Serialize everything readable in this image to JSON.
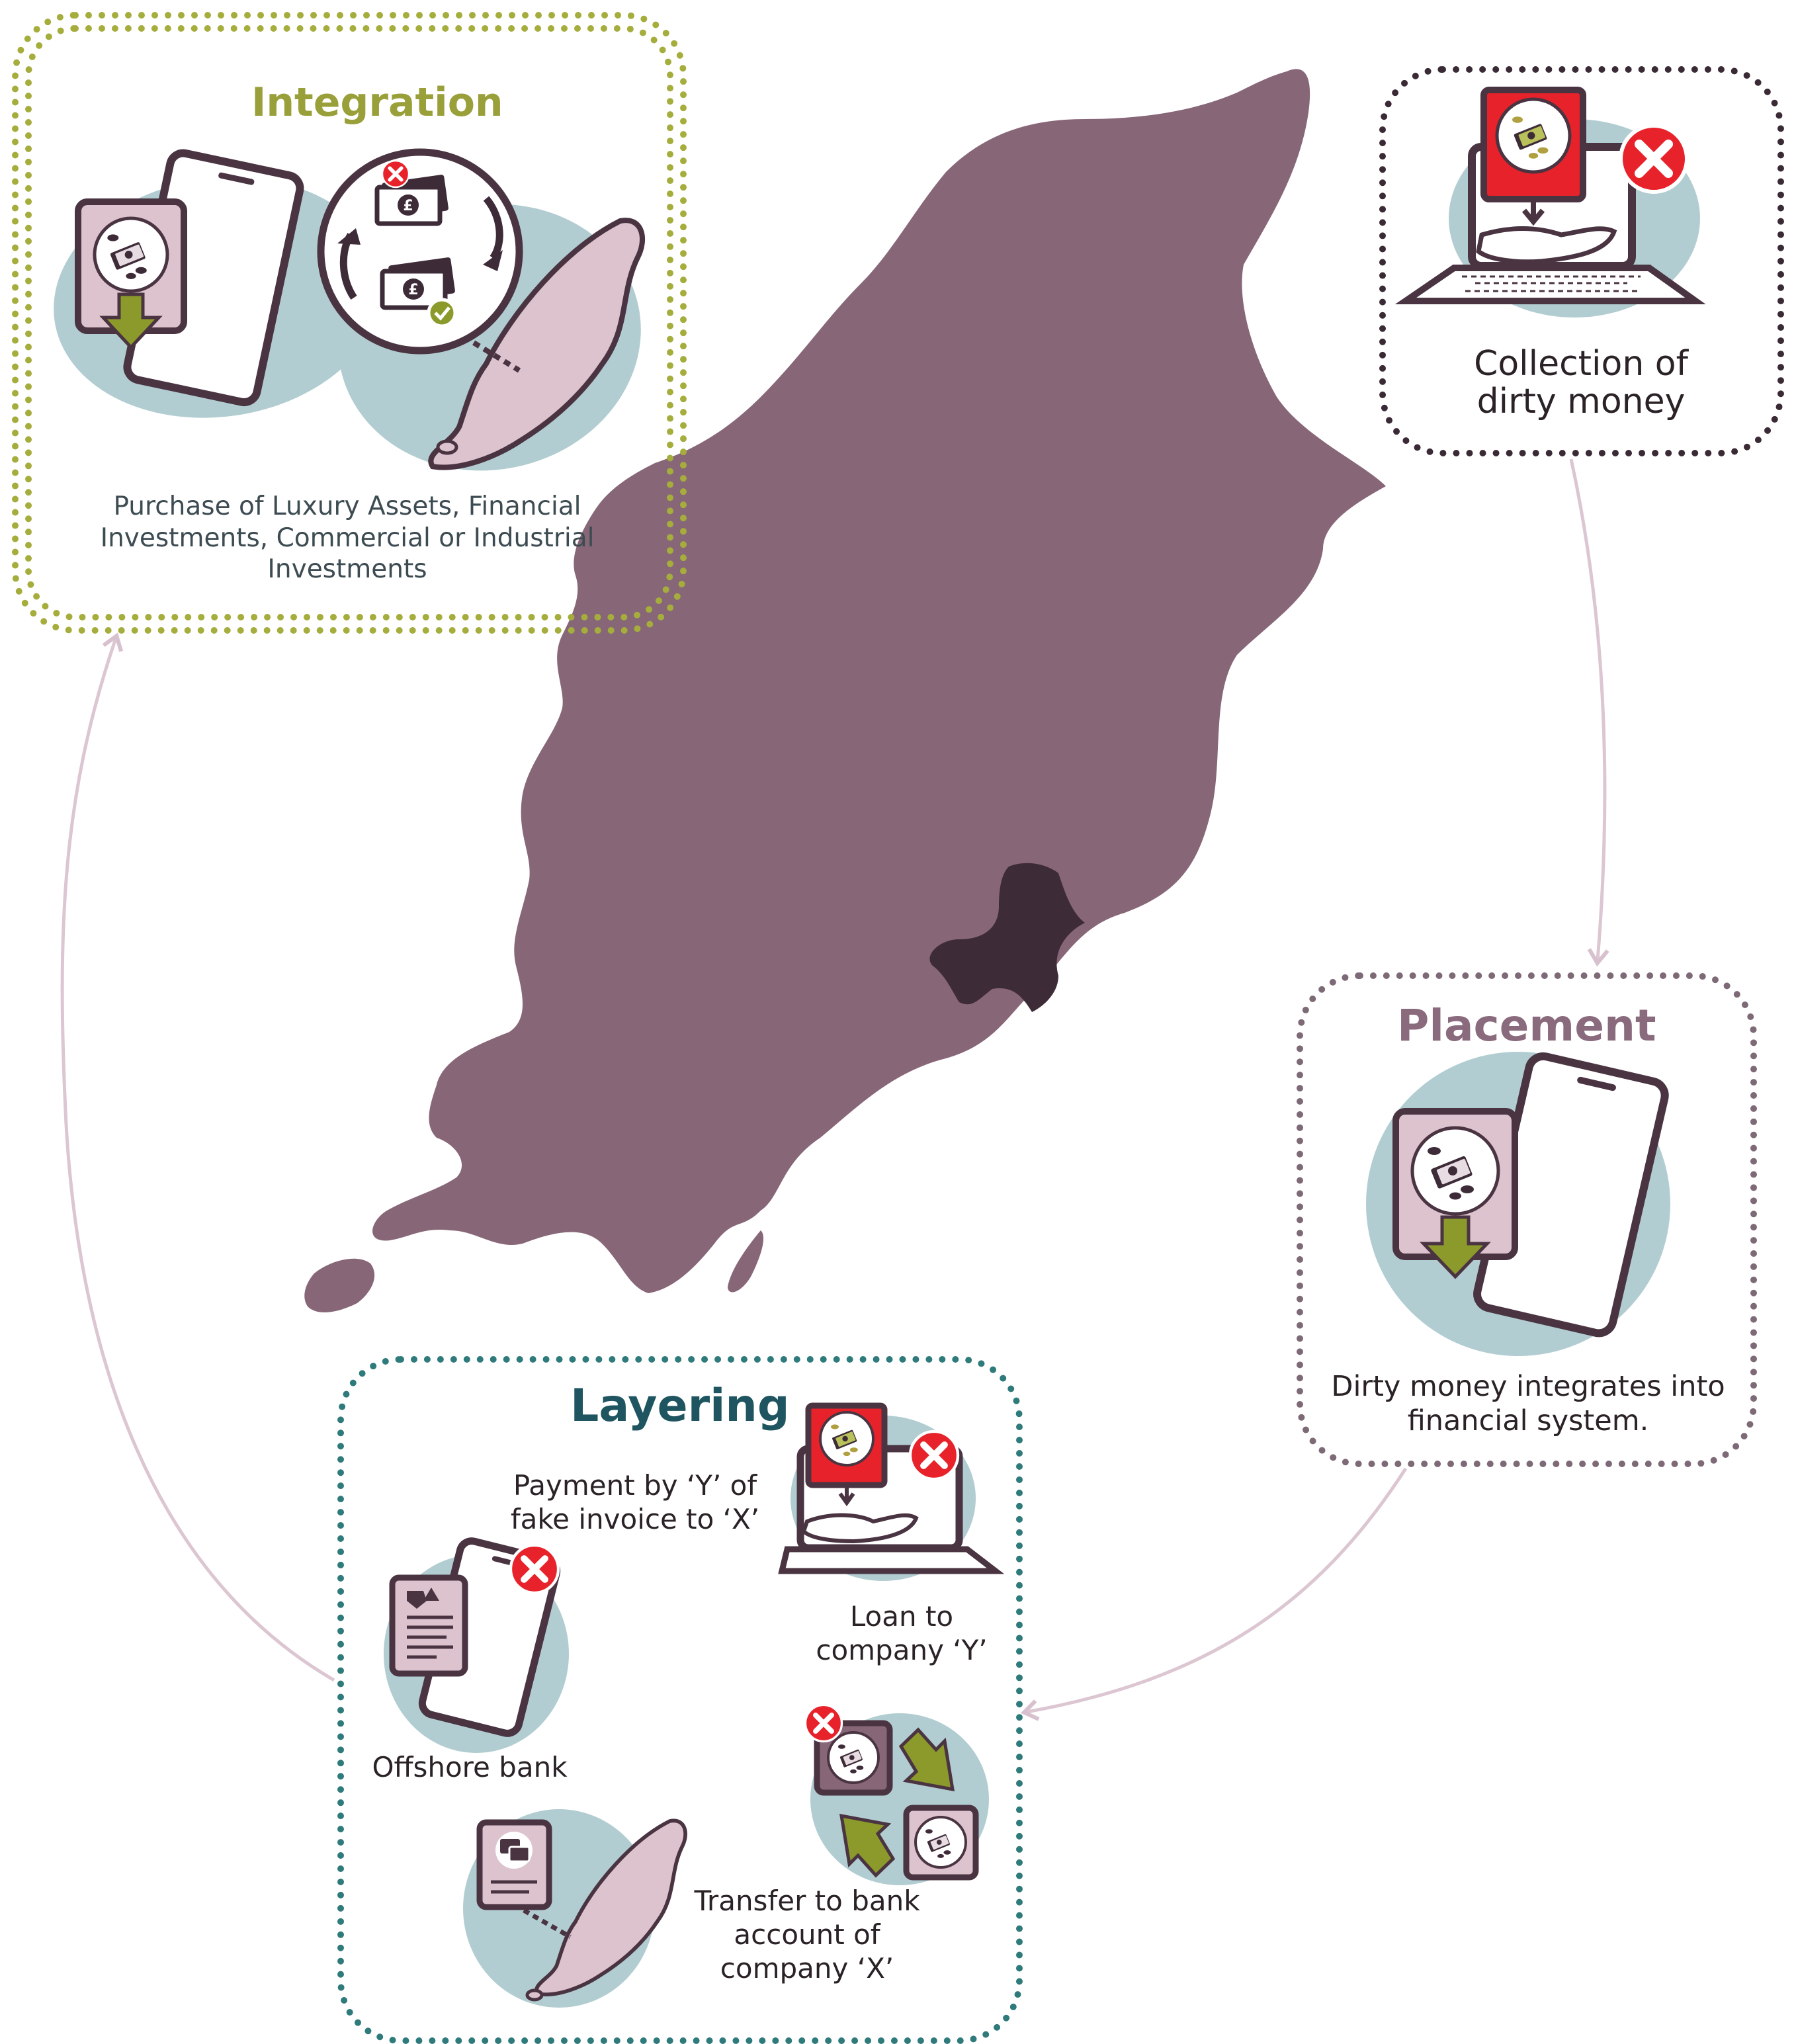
{
  "stages": {
    "integration": {
      "title": "Integration",
      "description": "Purchase of Luxury Assets, Financial Investments, Commercial or Industrial Investments"
    },
    "collection": {
      "description": "Collection of dirty money"
    },
    "placement": {
      "title": "Placement",
      "description": "Dirty money integrates into financial system."
    },
    "layering": {
      "title": "Layering",
      "payment_label": "Payment by ‘Y’ of fake invoice to ‘X’",
      "loan_label": "Loan to company ‘Y’",
      "offshore_label": "Offshore bank",
      "transfer_label": "Transfer to bank account of company ‘X’"
    }
  },
  "icons": {
    "currency_symbol": "£",
    "map": "isle-of-man-map",
    "tablet": "tablet-icon",
    "laptop": "laptop-icon",
    "cross": "red-cross-icon",
    "check": "green-check-icon",
    "arrow": "green-arrow-icon",
    "document": "document-icon",
    "chat": "chat-icon"
  },
  "colors": {
    "map": "#876677",
    "map_dark": "#3e2b38",
    "blob": "#b2cdd1",
    "pink": "#dcc3cd",
    "outline": "#4a3442",
    "red": "#e8222a",
    "green": "#8b9a2a",
    "integration": "#a5ad3c",
    "layering": "#1e5560",
    "placement": "#8a6a7d",
    "connector": "#dcc6d2"
  }
}
